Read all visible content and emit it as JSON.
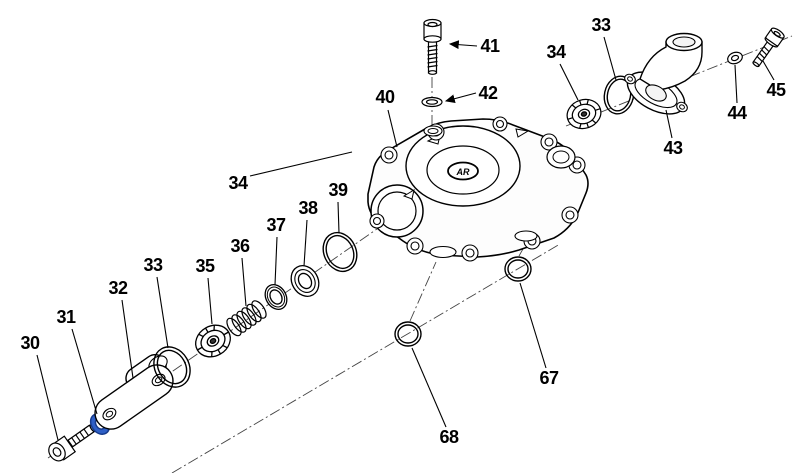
{
  "logo": {
    "text": "AR"
  },
  "colors": {
    "line": "#000000",
    "highlight": "#2e5fc6",
    "background": "#ffffff"
  },
  "callouts": [
    {
      "id": "callout-30",
      "number": "30"
    },
    {
      "id": "callout-31",
      "number": "31"
    },
    {
      "id": "callout-32",
      "number": "32"
    },
    {
      "id": "callout-33-left",
      "number": "33"
    },
    {
      "id": "callout-34-left",
      "number": "34"
    },
    {
      "id": "callout-35",
      "number": "35"
    },
    {
      "id": "callout-36",
      "number": "36"
    },
    {
      "id": "callout-37",
      "number": "37"
    },
    {
      "id": "callout-38",
      "number": "38"
    },
    {
      "id": "callout-39",
      "number": "39"
    },
    {
      "id": "callout-40",
      "number": "40"
    },
    {
      "id": "callout-41",
      "number": "41"
    },
    {
      "id": "callout-42",
      "number": "42"
    },
    {
      "id": "callout-33-top",
      "number": "33"
    },
    {
      "id": "callout-34-top",
      "number": "34"
    },
    {
      "id": "callout-43",
      "number": "43"
    },
    {
      "id": "callout-44",
      "number": "44"
    },
    {
      "id": "callout-45",
      "number": "45"
    },
    {
      "id": "callout-67",
      "number": "67"
    },
    {
      "id": "callout-68",
      "number": "68"
    }
  ]
}
